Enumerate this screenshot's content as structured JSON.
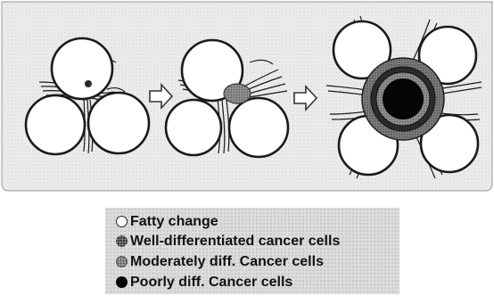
{
  "legend": {
    "items": [
      {
        "symbol": "open-circle",
        "label": "Fatty change"
      },
      {
        "symbol": "dark-stippled-circle",
        "label": "Well-differentiated cancer cells"
      },
      {
        "symbol": "grey-stippled-circle",
        "label": "Moderately diff. Cancer cells"
      },
      {
        "symbol": "black-circle",
        "label": "Poorly diff. Cancer cells"
      }
    ]
  },
  "arrows": {
    "count": 2,
    "style": "hollow-right-arrow"
  },
  "panels": [
    {
      "stage": 1,
      "fat_cells": 3,
      "lesion": "small dark dot"
    },
    {
      "stage": 2,
      "fat_cells": 3,
      "lesion": "stippled nodule"
    },
    {
      "stage": 3,
      "fat_cells": 4,
      "lesion": "large layered nodule"
    }
  ]
}
